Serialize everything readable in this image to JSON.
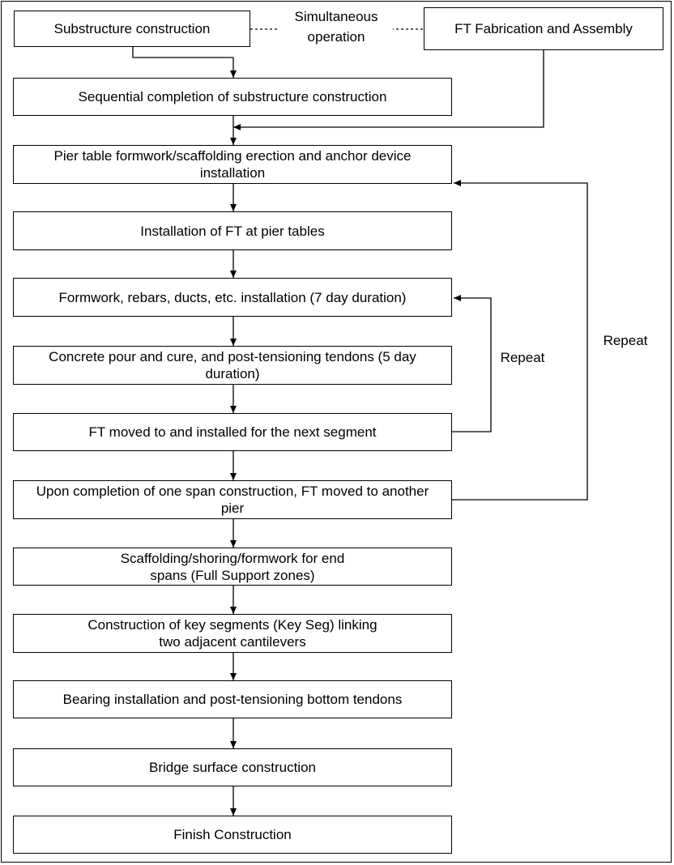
{
  "diagram": {
    "steps": {
      "substructure": "Substructure construction",
      "ft_fabrication": "FT Fabrication and Assembly",
      "sequential": "Sequential completion of substructure construction",
      "pier_table": "Pier table formwork/scaffolding erection and anchor device installation",
      "install_ft": "Installation of FT at pier tables",
      "formwork": "Formwork, rebars, ducts, etc. installation (7 day duration)",
      "concrete": "Concrete pour and cure, and post-tensioning tendons (5 day duration)",
      "ft_moved_next": "FT moved to and installed for the next segment",
      "span_complete": "Upon completion of one span construction, FT moved to another pier",
      "scaffolding": "Scaffolding/shoring/formwork for end spans (Full Support zones)",
      "key_segments": "Construction of key segments (Key Seg) linking two adjacent cantilevers",
      "bearing": "Bearing installation and post-tensioning bottom tendons",
      "bridge_surface": "Bridge surface construction",
      "finish": "Finish Construction"
    },
    "labels": {
      "simultaneous_line1": "Simultaneous",
      "simultaneous_line2": "operation",
      "repeat_inner": "Repeat",
      "repeat_outer": "Repeat"
    }
  }
}
